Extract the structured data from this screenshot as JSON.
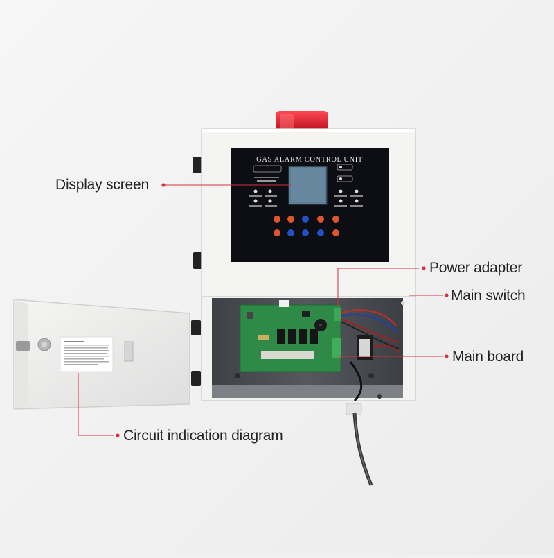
{
  "device": {
    "panel_title": "GAS ALARM CONTROL UNIT"
  },
  "callouts": {
    "display_screen": "Display screen",
    "power_adapter": "Power adapter",
    "main_switch": "Main switch",
    "main_board": "Main board",
    "circuit_diagram": "Circuit indication diagram"
  },
  "colors": {
    "background": "#f1f1f1",
    "enclosure": "#f4f4f2",
    "panel": "#0d0d14",
    "lcd": "#5e7f94",
    "beacon": "#e0142a",
    "pcb": "#2f8a47",
    "leader_line": "#d9303a",
    "cabinet": "#484b4f"
  }
}
